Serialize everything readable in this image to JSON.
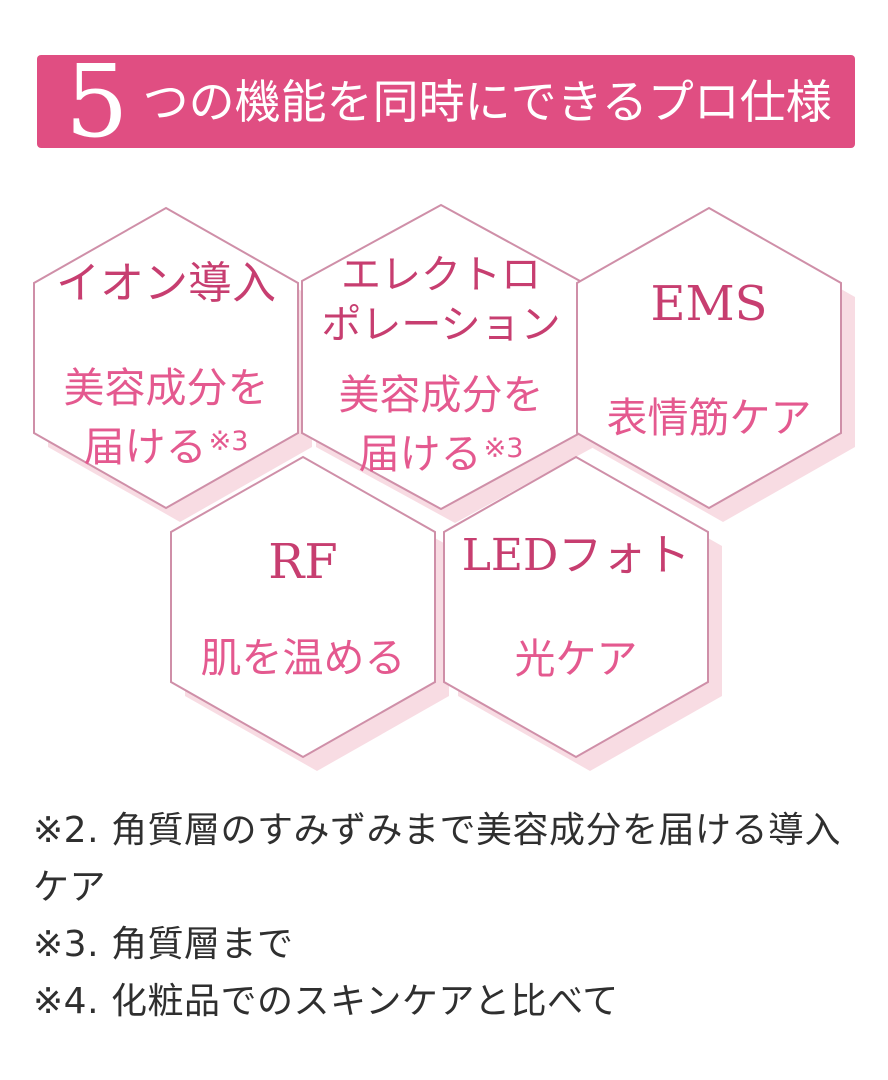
{
  "colors": {
    "banner_bg": "#e04e82",
    "banner_text": "#ffffff",
    "hex_border": "#cf8fa8",
    "hex_shadow": "#f8dce3",
    "title_text": "#c73e70",
    "desc_text": "#e4598f",
    "footnote_text": "#2f2f2f"
  },
  "header": {
    "number": "5",
    "title": "つの機能を同時にできるプロ仕様"
  },
  "features": [
    {
      "name": "ion-introduction",
      "title_line1": "イオン導入",
      "desc_line1": "美容成分を",
      "desc_line2": "届ける",
      "note": "※3"
    },
    {
      "name": "electroporation",
      "title_line1": "エレクトロ",
      "title_line2": "ポレーション",
      "desc_line1": "美容成分を",
      "desc_line2": "届ける",
      "note": "※3"
    },
    {
      "name": "ems",
      "title_line1": "EMS",
      "desc_line1": "表情筋ケア"
    },
    {
      "name": "rf",
      "title_line1": "RF",
      "desc_line1": "肌を温める"
    },
    {
      "name": "led-photo",
      "title_line1": "LEDフォト",
      "desc_line1": "光ケア"
    }
  ],
  "footnotes": [
    "※2. 角質層のすみずみまで美容成分を届ける導入ケア",
    "※3. 角質層まで",
    "※4. 化粧品でのスキンケアと比べて"
  ]
}
